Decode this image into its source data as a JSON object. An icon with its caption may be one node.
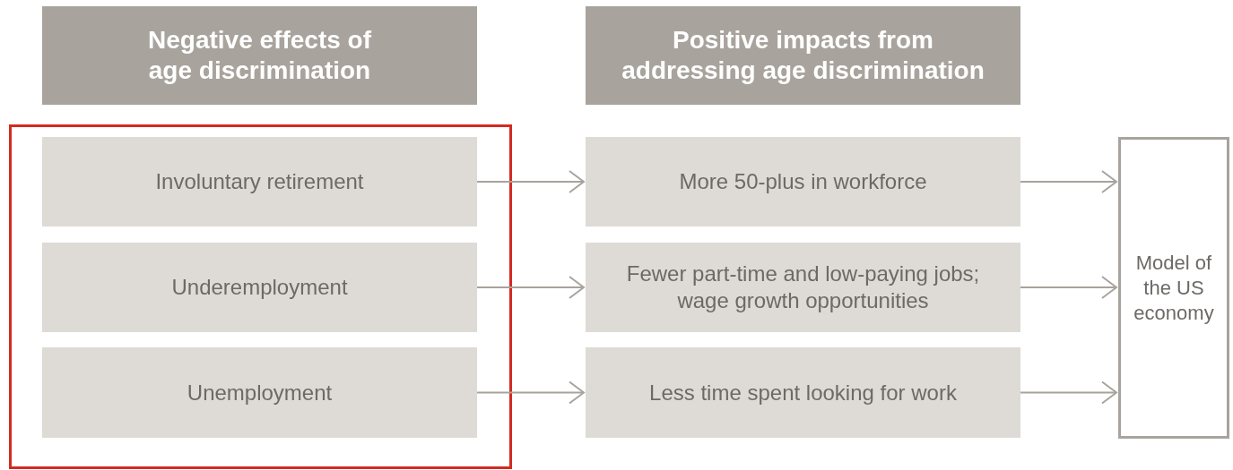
{
  "diagram": {
    "nodes": [
      {
        "text": [
          "Negative effects of age discrimination"
        ]
      },
      {
        "text": [
          "Positive impacts from addressing age discrimination"
        ]
      },
      {
        "text": [
          "Involuntary retirement"
        ]
      },
      {
        "text": [
          "Underemployment"
        ]
      },
      {
        "text": [
          "Unemployment"
        ]
      },
      {
        "text": [
          "More 50-plus in workforce"
        ]
      },
      {
        "text": [
          "Fewer part-time and low-paying jobs; wage growth opportunities"
        ]
      },
      {
        "text": [
          "Less time spent looking for work"
        ]
      },
      {
        "text": [
          "Model of the US economy"
        ]
      }
    ],
    "edges": [
      {
        "from": 2,
        "to": 5,
        "arrow": "to"
      },
      {
        "from": 3,
        "to": 6,
        "arrow": "to"
      },
      {
        "from": 4,
        "to": 7,
        "arrow": "to"
      },
      {
        "from": 5,
        "to": 8,
        "arrow": "to"
      },
      {
        "from": 6,
        "to": 8,
        "arrow": "to"
      },
      {
        "from": 7,
        "to": 8,
        "arrow": "to"
      }
    ]
  }
}
